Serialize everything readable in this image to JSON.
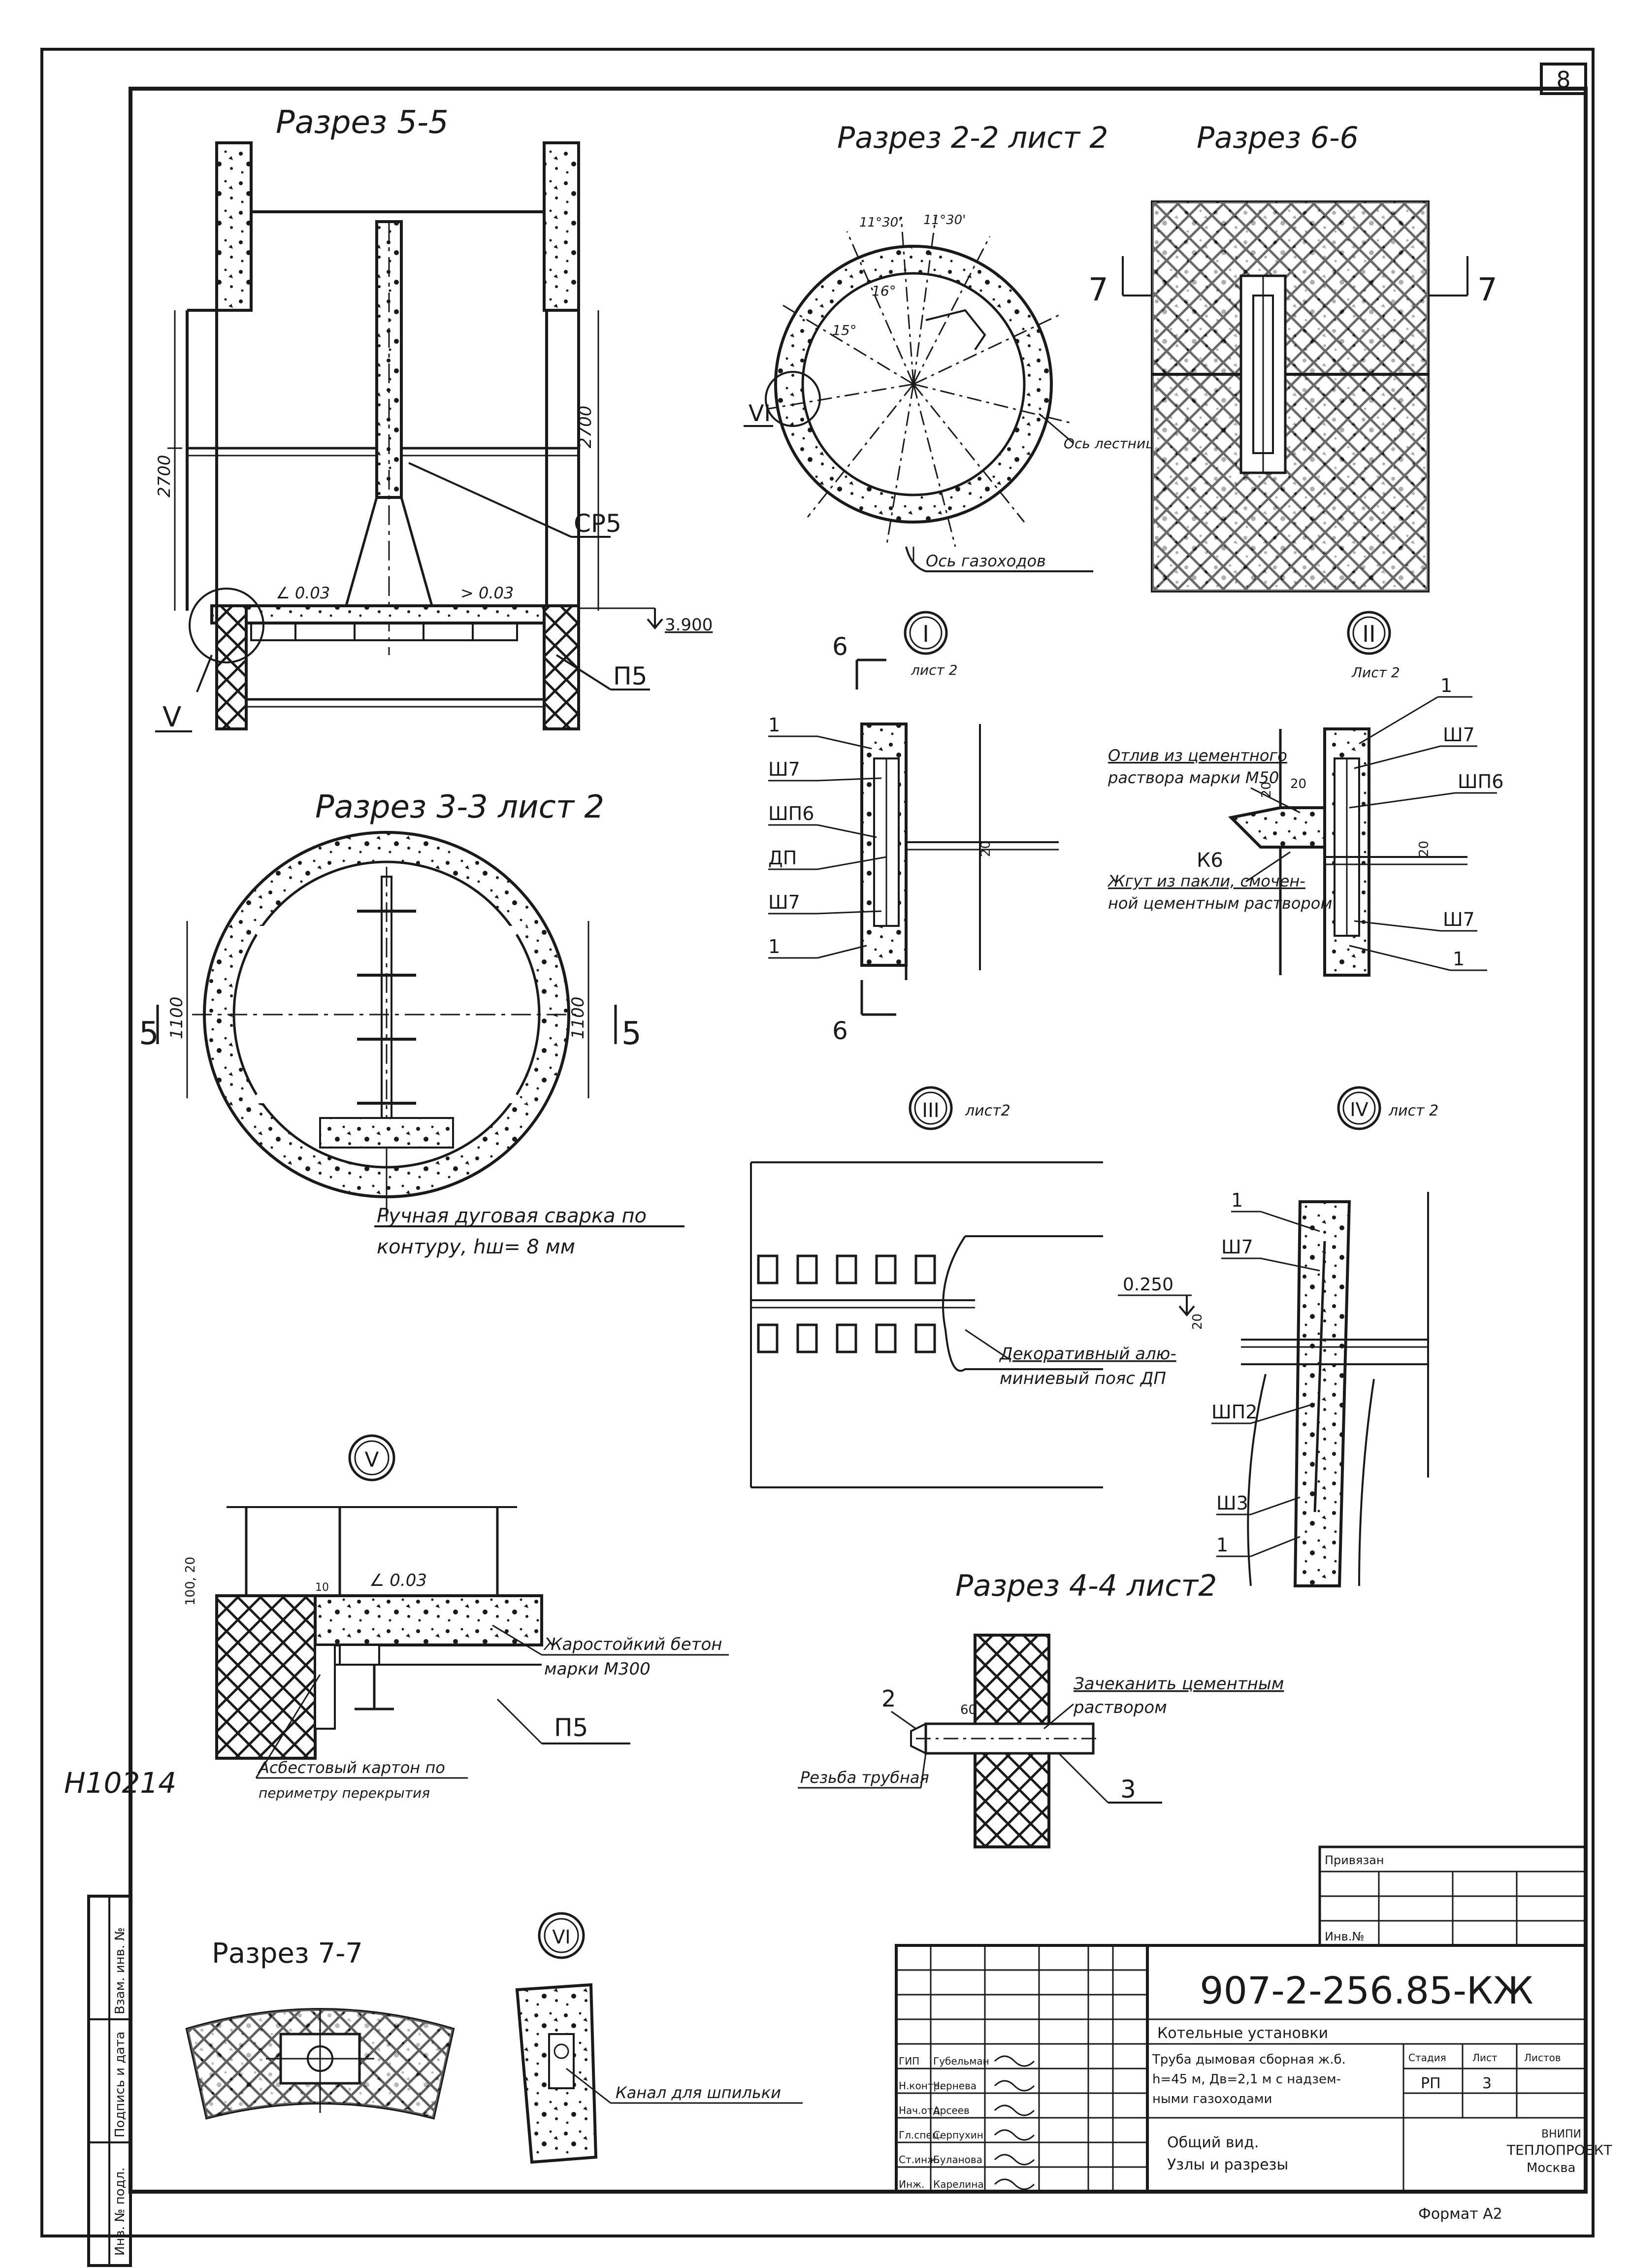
{
  "sheet_number": "8",
  "inventory_number": "Н10214",
  "left_strip": [
    "Инв. № подл.",
    "Подпись и дата",
    "Взам. инв. №"
  ],
  "sections": {
    "s55": {
      "title": "Разрез 5-5",
      "dim_left": "2700",
      "dim_right": "2700",
      "cp": "СР5",
      "slope_left": "∠ 0.03",
      "slope_right": "> 0.03",
      "level": "3.900",
      "slab": "П5",
      "node": "V"
    },
    "s22": {
      "title": "Разрез 2-2 лист 2",
      "angle1": "11°30'",
      "angle2": "11°30'",
      "angle3": "16°",
      "angle4": "15°",
      "node": "VI",
      "axis_ladder": "Ось лестницы",
      "axis_flue": "Ось газоходов"
    },
    "s66": {
      "title": "Разрез 6-6",
      "cut_left": "7",
      "cut_right": "7"
    },
    "s33": {
      "title": "Разрез 3-3 лист 2",
      "dim_left": "1100",
      "dim_right": "1100",
      "cut_left": "5",
      "cut_right": "5",
      "weld_note_1": "Ручная дуговая сварка по",
      "weld_note_2": "контуру, hш= 8 мм"
    },
    "s44": {
      "title": "Разрез 4-4 лист2",
      "dim": "60",
      "pos2": "2",
      "pos3": "3",
      "note_1": "Зачеканить цементным",
      "note_2": "раствором",
      "thread": "Резьба трубная"
    },
    "s77": {
      "title": "Разрез 7-7"
    }
  },
  "nodes": {
    "n1": {
      "id": "I",
      "sheet": "лист 2",
      "cut": "6",
      "labels": [
        "1",
        "Ш7",
        "ШП6",
        "ДП",
        "Ш7",
        "1"
      ],
      "dim": "20"
    },
    "n2": {
      "id": "II",
      "sheet": "Лист 2",
      "labels": [
        "1",
        "Ш7",
        "ШП6",
        "К6",
        "Ш7",
        "1"
      ],
      "dims": [
        "20",
        "20",
        "20"
      ],
      "note_1a": "Отлив из цементного",
      "note_1b": "раствора марки М50",
      "note_2a": "Жгут из пакли, смочен-",
      "note_2b": "ной цементным раствором"
    },
    "n3": {
      "id": "III",
      "sheet": "лист2",
      "note_1": "Декоративный алю-",
      "note_2": "миниевый пояс ДП"
    },
    "n4": {
      "id": "IV",
      "sheet": "лист 2",
      "level": "0.250",
      "dim": "20",
      "labels": [
        "1",
        "Ш7",
        "ШП2",
        "Ш3",
        "1"
      ]
    },
    "n5": {
      "id": "V",
      "dims": "100, 20",
      "gap": "10",
      "slope": "∠ 0.03",
      "slab": "П5",
      "note_1a": "Жаростойкий бетон",
      "note_1b": "марки М300",
      "note_2a": "Асбестовый картон по",
      "note_2b": "периметру перекрытия"
    },
    "n6": {
      "id": "VI",
      "note": "Канал для шпильки"
    }
  },
  "stamp": {
    "code": "907-2-256.85-КЖ",
    "project": "Котельные установки",
    "title_1": "Труба дымовая сборная ж.б.",
    "title_2": "h=45 м, Дв=2,1 м с надзем-",
    "title_3": "ными газоходами",
    "drawing_1": "Общий вид.",
    "drawing_2": "Узлы и разрезы",
    "stage_h": "Стадия",
    "sheet_h": "Лист",
    "sheets_h": "Листов",
    "stage": "РП",
    "sheet": "3",
    "org_1": "ВНИПИ",
    "org_2": "ТЕПЛОПРОЕКТ",
    "org_3": "Москва",
    "roles": [
      "ГИП",
      "Н.контр.",
      "Нач.отд.",
      "Гл.спец.",
      "Ст.инж.",
      "Инж."
    ],
    "names": [
      "Губельман",
      "Чернева",
      "Арсеев",
      "Серпухин",
      "Буланова",
      "Карелина"
    ],
    "checked": "Привязан",
    "inv": "Инв.№",
    "format": "Формат А2"
  }
}
